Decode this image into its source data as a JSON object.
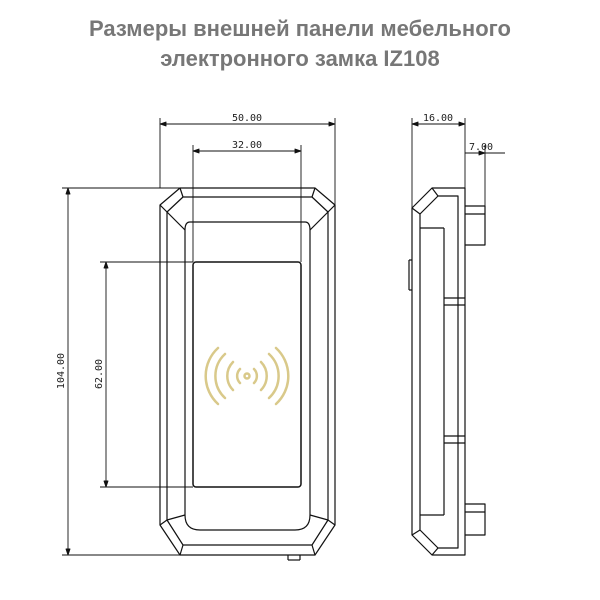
{
  "title": {
    "line1": "Размеры внешней панели мебельного",
    "line2": "электронного замка IZ108"
  },
  "dimensions": {
    "width_outer": "50.00",
    "width_inner": "32.00",
    "height_outer": "104.00",
    "height_inner": "62.00",
    "depth_outer": "16.00",
    "depth_inner": "7.00"
  },
  "colors": {
    "title": "#777777",
    "line": "#111111",
    "rfid_icon": "#d9c98a"
  }
}
